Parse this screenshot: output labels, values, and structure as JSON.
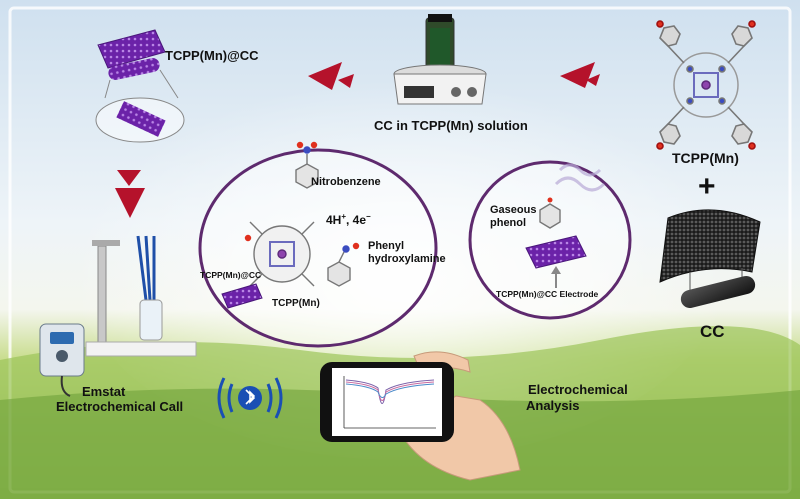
{
  "labels": {
    "product": "TCPP(Mn)@CC",
    "solution_step": "CC in TCPP(Mn) solution",
    "porphyrin": "TCPP(Mn)",
    "plus": "+",
    "cloth": "CC",
    "nitrobenzene": "Nitrobenzene",
    "reaction_electrons": "4H",
    "reaction_plus": "+",
    "reaction_rest": ", 4e",
    "reaction_minus": "−",
    "phenyl_line1": "Phenyl",
    "phenyl_line2": "hydroxylamine",
    "modified_electrode": "TCPP(Mn)@CC",
    "catalyst": "TCPP(Mn)",
    "gaseous_line1": "Gaseous",
    "gaseous_line2": "phenol",
    "electrode_label": "TCPP(Mn)@CC Electrode",
    "device_line1": "Emstat",
    "device_line2": "Electrochemical Call",
    "analysis_line1": "Electrochemical",
    "analysis_line2": "Analysis"
  },
  "colors": {
    "arrow": "#b5122b",
    "circle": "#5e2a6e",
    "purple": "#7a2bb3"
  }
}
